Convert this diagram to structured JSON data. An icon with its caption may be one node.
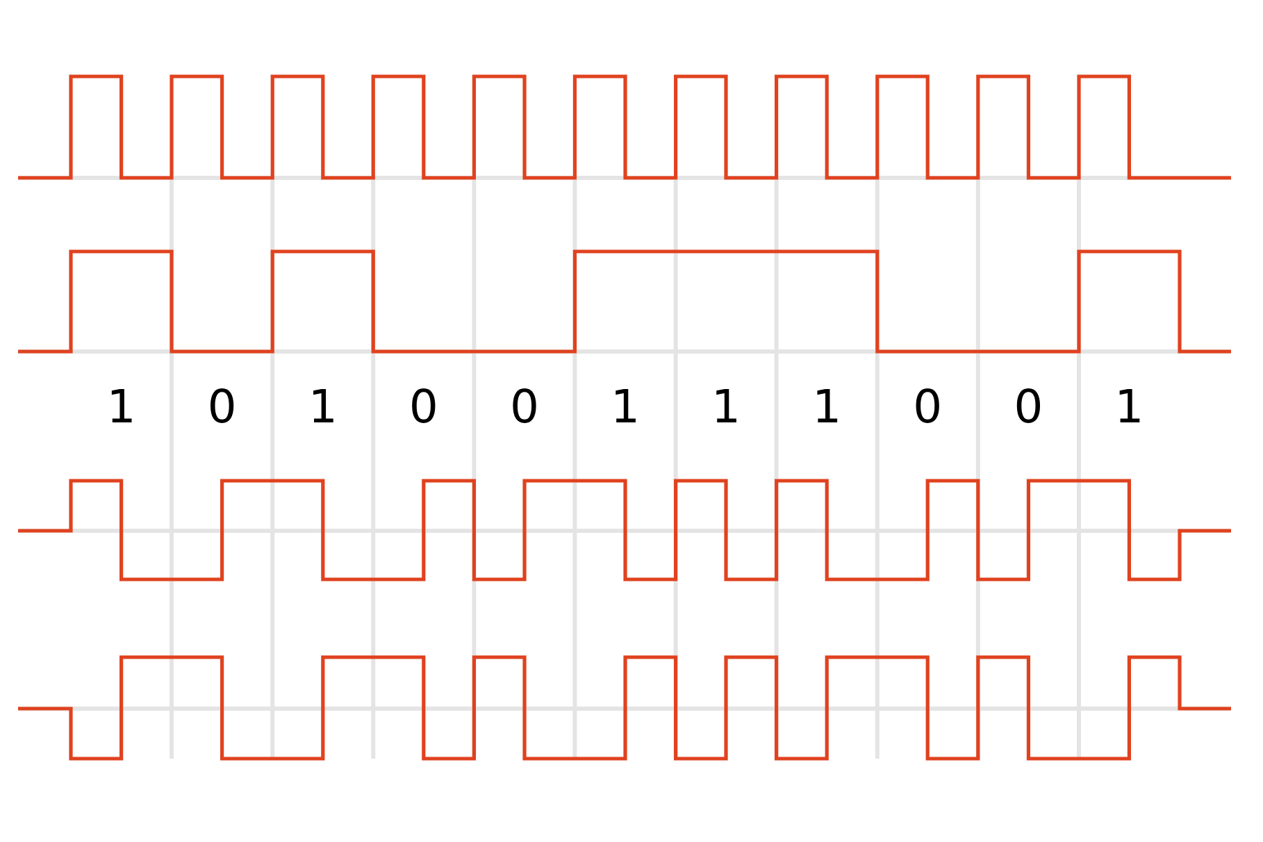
{
  "diagram": {
    "labels": [
      "1",
      "0",
      "1",
      "0",
      "0",
      "1",
      "1",
      "1",
      "0",
      "0",
      "1"
    ]
  }
}
